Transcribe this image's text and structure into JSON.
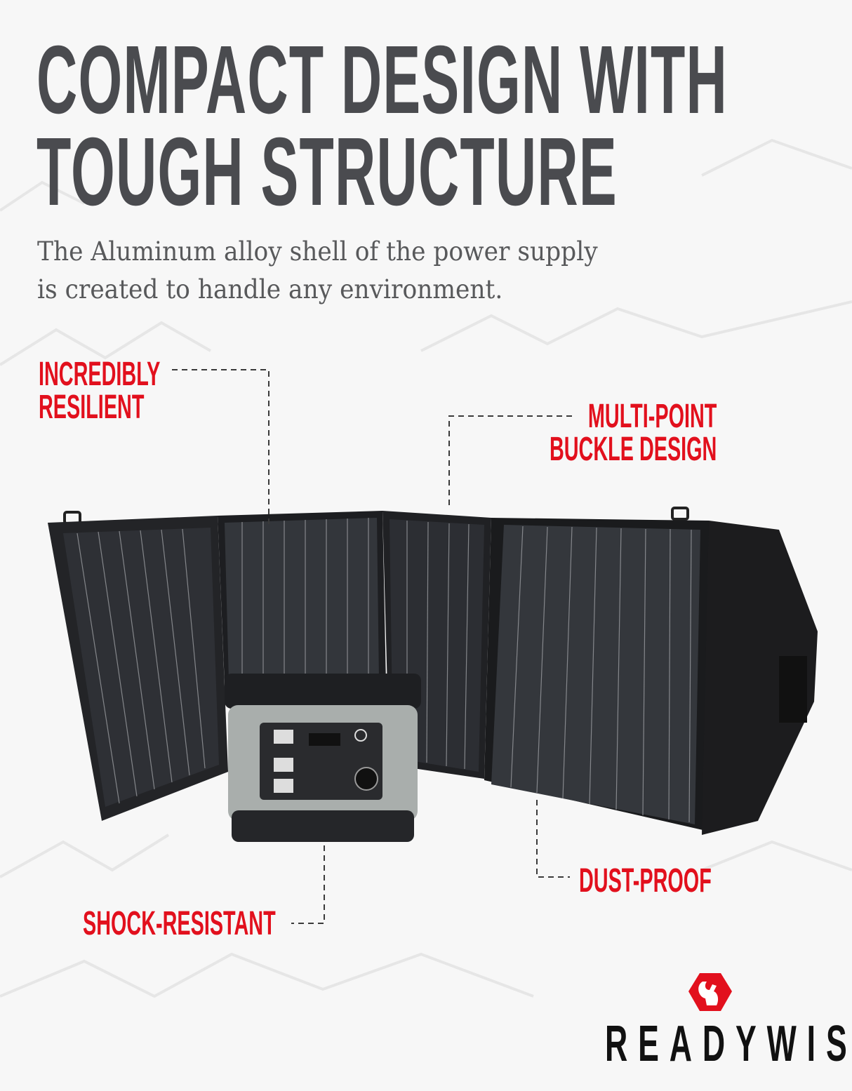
{
  "headline": {
    "line1": "COMPACT DESIGN WITH",
    "line2": "TOUGH STRUCTURE"
  },
  "subtitle": {
    "line1": "The Aluminum alloy shell of the power supply",
    "line2": "is created to handle any environment."
  },
  "callouts": {
    "resilient": {
      "line1": "INCREDIBLY",
      "line2": "RESILIENT"
    },
    "buckle": {
      "line1": "MULTI-POINT",
      "line2": "BUCKLE DESIGN"
    },
    "dust": "DUST-PROOF",
    "shock": "SHOCK-RESISTANT"
  },
  "brand": {
    "name": "READYWISE",
    "logo_icon": "squirrel-hexagon-icon"
  },
  "colors": {
    "accent": "#e2101d",
    "headline": "#4a4b4f",
    "panel": "#1f2022"
  }
}
